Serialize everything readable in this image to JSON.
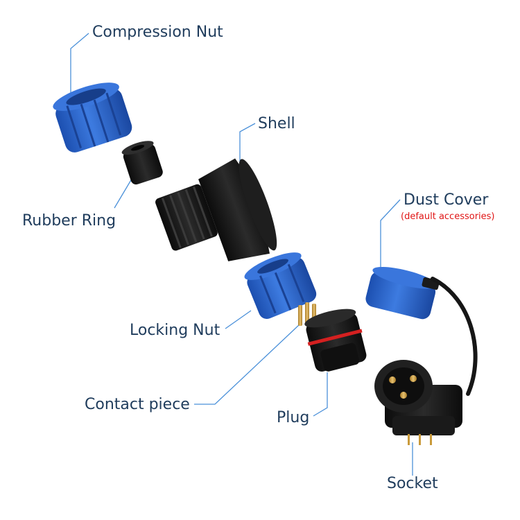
{
  "colors": {
    "label_text": "#1f3c5c",
    "leader_line": "#4a90d9",
    "note_text": "#e01515",
    "connector_blue": "#2a66cf",
    "connector_black": "#161616",
    "pin_gold": "#c99a3a"
  },
  "labels": {
    "compression_nut": "Compression Nut",
    "shell": "Shell",
    "rubber_ring": "Rubber Ring",
    "dust_cover": "Dust Cover",
    "dust_cover_note": "(default accessories)",
    "locking_nut": "Locking Nut",
    "contact_piece": "Contact piece",
    "plug": "Plug",
    "socket": "Socket"
  }
}
